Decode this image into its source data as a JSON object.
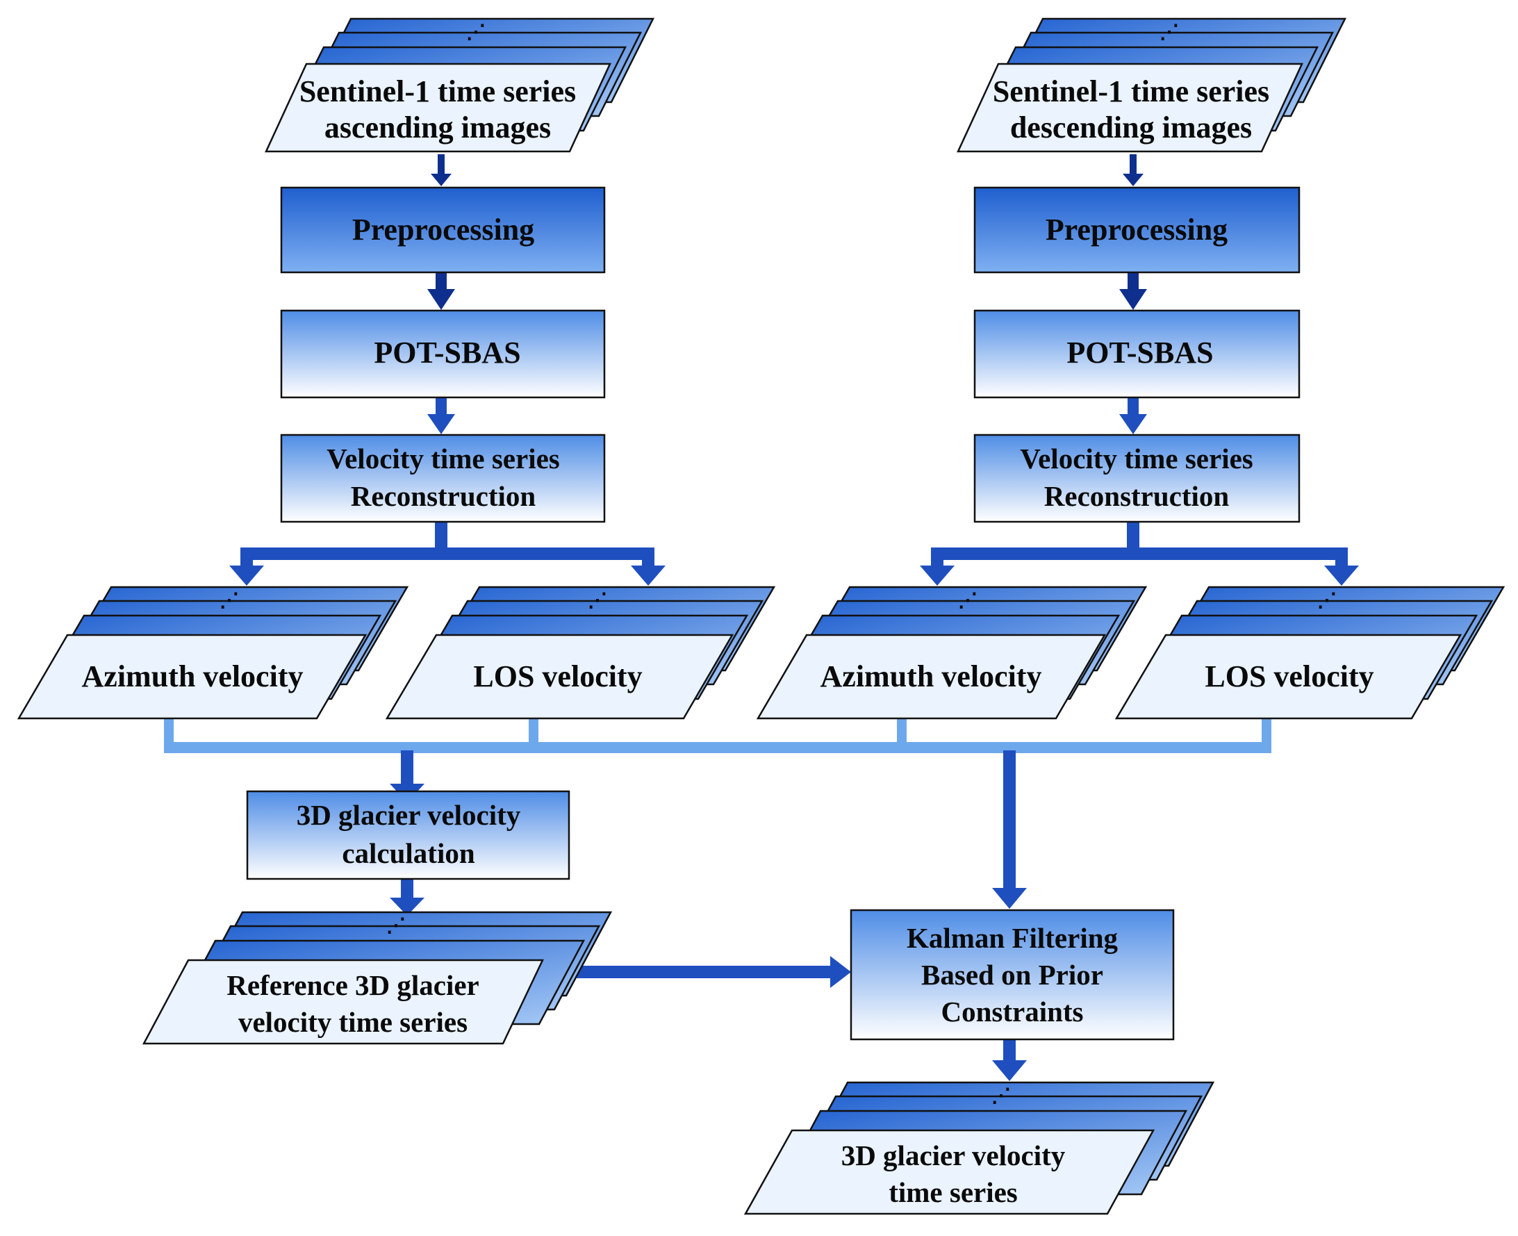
{
  "left_branch": {
    "input": [
      "Sentinel-1 time series",
      "ascending images"
    ],
    "preprocessing": "Preprocessing",
    "pot_sbas": "POT-SBAS",
    "reconstruction": [
      "Velocity time series",
      "Reconstruction"
    ],
    "azimuth": "Azimuth velocity",
    "los": "LOS velocity"
  },
  "right_branch": {
    "input": [
      "Sentinel-1 time series",
      "descending images"
    ],
    "preprocessing": "Preprocessing",
    "pot_sbas": "POT-SBAS",
    "reconstruction": [
      "Velocity time series",
      "Reconstruction"
    ],
    "azimuth": "Azimuth velocity",
    "los": "LOS velocity"
  },
  "calc3d": [
    "3D glacier velocity",
    "calculation"
  ],
  "reference": [
    "Reference 3D glacier",
    "velocity time series"
  ],
  "kalman": [
    "Kalman Filtering",
    "Based on Prior",
    "Constraints"
  ],
  "output": [
    "3D glacier velocity",
    "time series"
  ],
  "stack_dots": "⋰"
}
